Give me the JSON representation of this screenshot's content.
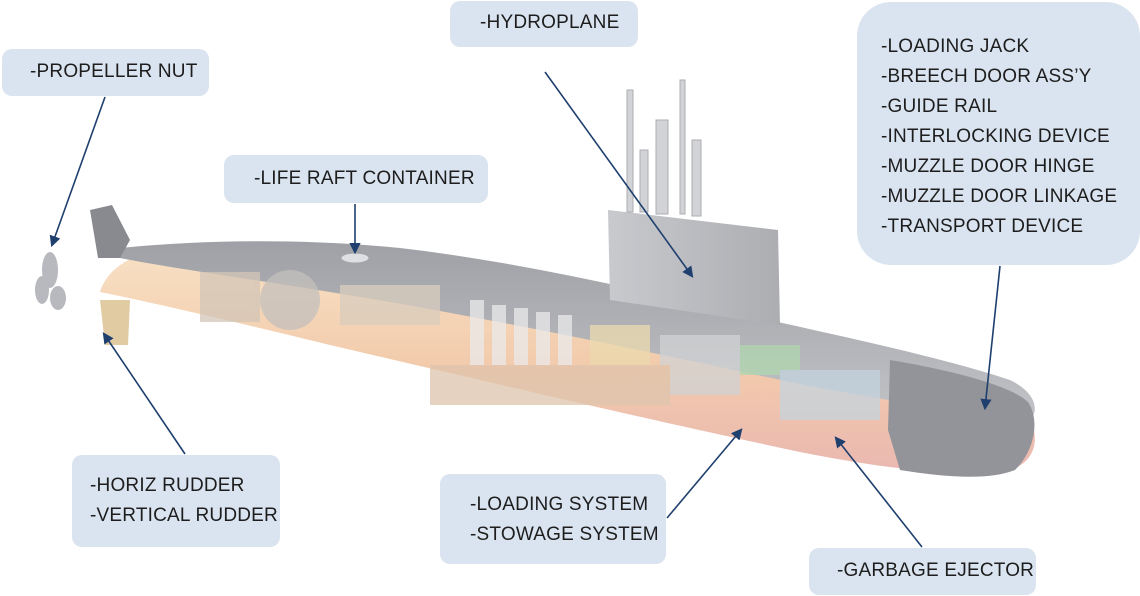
{
  "labels": {
    "propeller": [
      "-PROPELLER NUT"
    ],
    "hydroplane": [
      "-HYDROPLANE"
    ],
    "liferaft": [
      "-LIFE RAFT CONTAINER"
    ],
    "torpedo_tube": [
      "-LOADING JACK",
      "-BREECH DOOR ASS’Y",
      "-GUIDE RAIL",
      "-INTERLOCKING DEVICE",
      "-MUZZLE DOOR HINGE",
      "-MUZZLE DOOR LINKAGE",
      "-TRANSPORT DEVICE"
    ],
    "rudder": [
      "-HORIZ RUDDER",
      "-VERTICAL RUDDER"
    ],
    "loading": [
      "-LOADING SYSTEM",
      "-STOWAGE SYSTEM"
    ],
    "garbage": [
      "-GARBAGE EJECTOR"
    ]
  },
  "colors": {
    "box": "#dae4f0",
    "arrow": "#1f3f6e",
    "hull_dark": "#5e6066",
    "hull_light": "#9a9ca2",
    "interior_orange": "#f2c69a",
    "interior_red": "#e8a89a"
  }
}
